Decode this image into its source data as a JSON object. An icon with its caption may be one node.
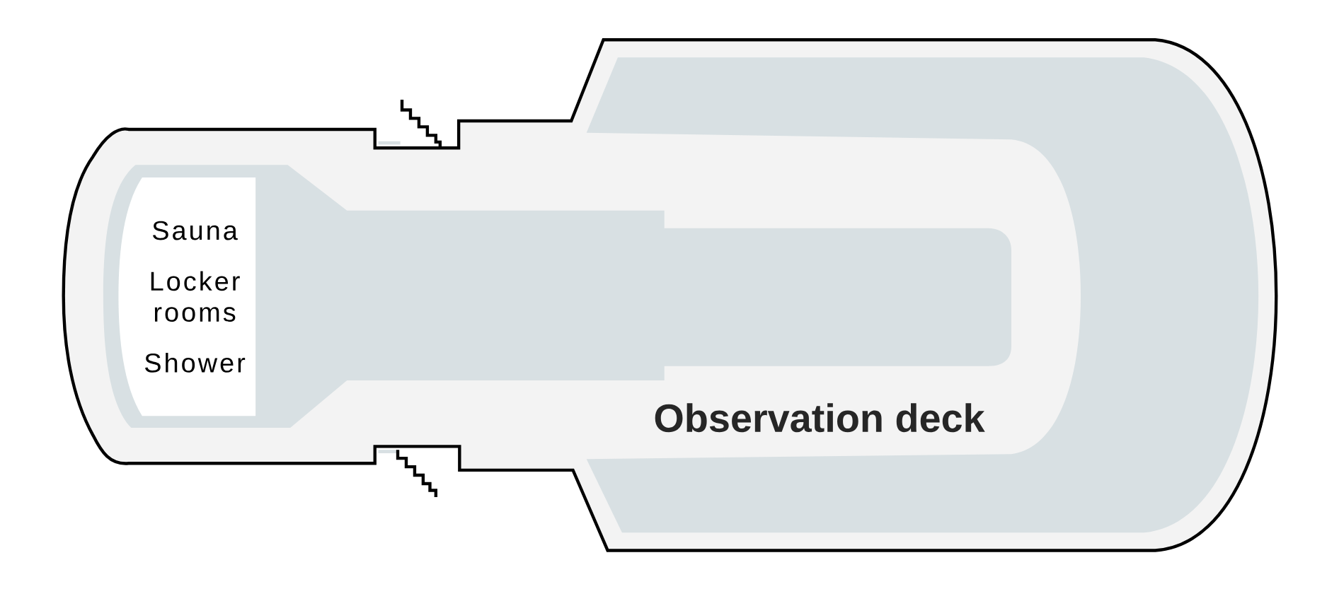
{
  "diagram": {
    "nodes": [
      {
        "text": [
          "Sauna",
          "Locker rooms",
          "Shower"
        ]
      }
    ],
    "labels": [
      "Observation deck"
    ]
  }
}
